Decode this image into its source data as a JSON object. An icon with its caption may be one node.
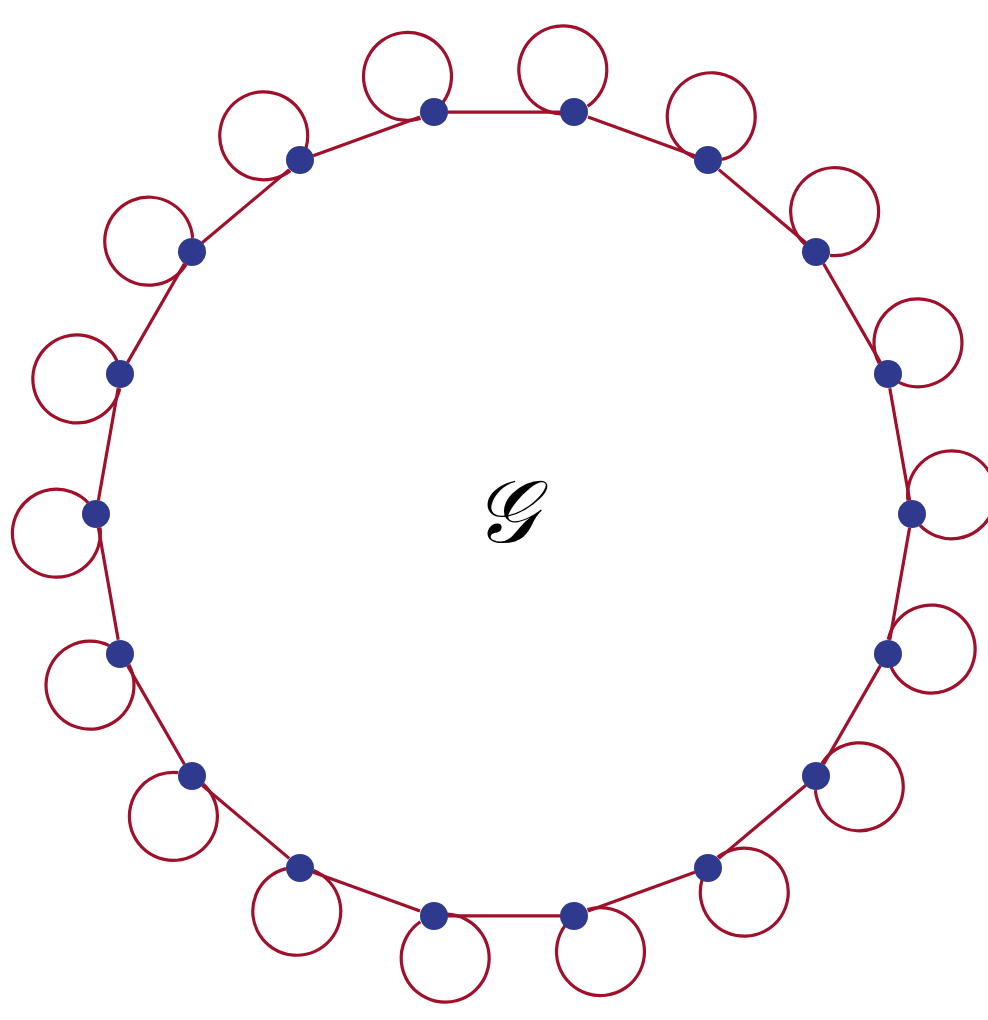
{
  "diagram": {
    "nodes": [
      {
        "text": [],
        "shape": "circle"
      },
      {
        "text": [],
        "shape": "circle"
      },
      {
        "text": [],
        "shape": "circle"
      },
      {
        "text": [],
        "shape": "circle"
      },
      {
        "text": [],
        "shape": "circle"
      },
      {
        "text": [],
        "shape": "circle"
      },
      {
        "text": [],
        "shape": "circle"
      },
      {
        "text": [],
        "shape": "circle"
      },
      {
        "text": [],
        "shape": "circle"
      },
      {
        "text": [],
        "shape": "circle"
      },
      {
        "text": [],
        "shape": "circle"
      },
      {
        "text": [],
        "shape": "circle"
      },
      {
        "text": [],
        "shape": "circle"
      },
      {
        "text": [],
        "shape": "circle"
      },
      {
        "text": [],
        "shape": "circle"
      },
      {
        "text": [],
        "shape": "circle"
      },
      {
        "text": [],
        "shape": "circle"
      },
      {
        "text": [],
        "shape": "circle"
      }
    ],
    "edges": [
      {
        "from": 0,
        "to": 1,
        "arrow": "none"
      },
      {
        "from": 1,
        "to": 2,
        "arrow": "none"
      },
      {
        "from": 2,
        "to": 3,
        "arrow": "none"
      },
      {
        "from": 3,
        "to": 4,
        "arrow": "none"
      },
      {
        "from": 4,
        "to": 5,
        "arrow": "none"
      },
      {
        "from": 5,
        "to": 6,
        "arrow": "none"
      },
      {
        "from": 6,
        "to": 7,
        "arrow": "none"
      },
      {
        "from": 7,
        "to": 8,
        "arrow": "none"
      },
      {
        "from": 8,
        "to": 9,
        "arrow": "none"
      },
      {
        "from": 9,
        "to": 10,
        "arrow": "none"
      },
      {
        "from": 10,
        "to": 11,
        "arrow": "none"
      },
      {
        "from": 11,
        "to": 12,
        "arrow": "none"
      },
      {
        "from": 12,
        "to": 13,
        "arrow": "none"
      },
      {
        "from": 13,
        "to": 14,
        "arrow": "none"
      },
      {
        "from": 14,
        "to": 15,
        "arrow": "none"
      },
      {
        "from": 15,
        "to": 16,
        "arrow": "none"
      },
      {
        "from": 16,
        "to": 17,
        "arrow": "none"
      },
      {
        "from": 17,
        "to": 0,
        "arrow": "none"
      },
      {
        "from": 0,
        "to": 0,
        "arrow": "none"
      },
      {
        "from": 1,
        "to": 1,
        "arrow": "none"
      },
      {
        "from": 2,
        "to": 2,
        "arrow": "none"
      },
      {
        "from": 3,
        "to": 3,
        "arrow": "none"
      },
      {
        "from": 4,
        "to": 4,
        "arrow": "none"
      },
      {
        "from": 5,
        "to": 5,
        "arrow": "none"
      },
      {
        "from": 6,
        "to": 6,
        "arrow": "none"
      },
      {
        "from": 7,
        "to": 7,
        "arrow": "none"
      },
      {
        "from": 8,
        "to": 8,
        "arrow": "none"
      },
      {
        "from": 9,
        "to": 9,
        "arrow": "none"
      },
      {
        "from": 10,
        "to": 10,
        "arrow": "none"
      },
      {
        "from": 11,
        "to": 11,
        "arrow": "none"
      },
      {
        "from": 12,
        "to": 12,
        "arrow": "none"
      },
      {
        "from": 13,
        "to": 13,
        "arrow": "none"
      },
      {
        "from": 14,
        "to": 14,
        "arrow": "none"
      },
      {
        "from": 15,
        "to": 15,
        "arrow": "none"
      },
      {
        "from": 16,
        "to": 16,
        "arrow": "none"
      },
      {
        "from": 17,
        "to": 17,
        "arrow": "none"
      }
    ],
    "labels": [
      "𝒢"
    ]
  }
}
